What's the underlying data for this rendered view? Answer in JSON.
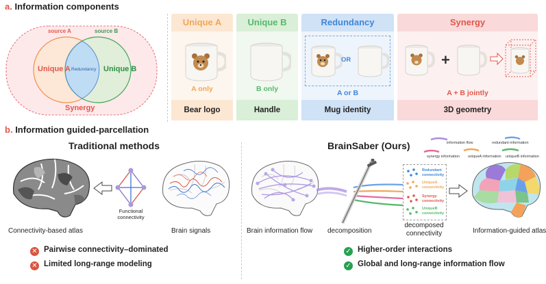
{
  "section_a": {
    "letter": "a.",
    "title": "Information components"
  },
  "venn": {
    "source_a": "source A",
    "source_b": "source B",
    "unique_a": "Unique A",
    "unique_b": "Unique B",
    "redundancy": "Redundancy",
    "synergy": "Synergy"
  },
  "cards": {
    "unique_a": {
      "header": "Unique A",
      "caption": "A only",
      "footer": "Bear logo"
    },
    "unique_b": {
      "header": "Unique B",
      "caption": "B only",
      "footer": "Handle"
    },
    "redundancy": {
      "header": "Redundancy",
      "or": "OR",
      "caption": "A or B",
      "footer": "Mug identity"
    },
    "synergy": {
      "header": "Synergy",
      "caption": "A + B jointly",
      "footer": "3D geometry"
    }
  },
  "section_b": {
    "letter": "b.",
    "title": "Information guided-parcellation"
  },
  "traditional": {
    "title": "Traditional methods",
    "atlas_label": "Connectivity-based atlas",
    "functional_label": "Functional connectivity",
    "signals_label": "Brain signals",
    "bullets": [
      "Pairwise connectivity–dominated",
      "Limited long-range modeling"
    ]
  },
  "brainsaber": {
    "title": "BrainSaber (Ours)",
    "flow_label": "Brain information flow",
    "decomposition_label": "decomposition",
    "decomposed_label": "decomposed connectivity",
    "atlas_label": "Information-guided atlas",
    "legend": {
      "information_flow": "information flow",
      "redundant": "redundant information",
      "synergy": "synergy information",
      "uniqueA": "uniqueA information",
      "uniqueB": "uniqueB information"
    },
    "connectivity_types": [
      "Redundant connectivity",
      "UniqueA connectivity",
      "Synergy connectivity",
      "UniqueB connectivity"
    ],
    "bullets": [
      "Higher-order interactions",
      "Global and long-range information flow"
    ]
  },
  "colors": {
    "unique_a": "#f0a75a",
    "unique_b": "#58b86a",
    "redundancy": "#3f86d9",
    "synergy": "#e0584a"
  }
}
